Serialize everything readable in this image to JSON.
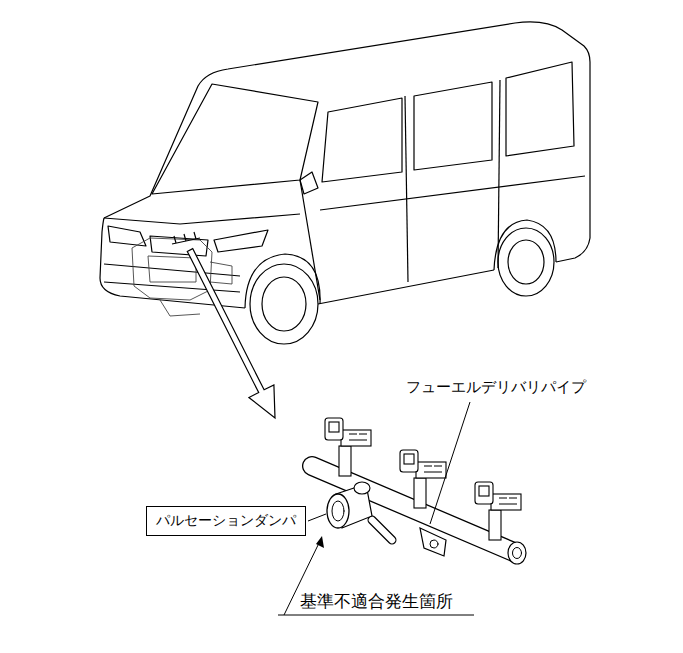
{
  "diagram": {
    "nodes": [
      {
        "text": [
          "パルセーションダンパ"
        ]
      }
    ],
    "labels": [
      "フューエルデリバリパイプ",
      "基準不適合発生箇所"
    ]
  }
}
